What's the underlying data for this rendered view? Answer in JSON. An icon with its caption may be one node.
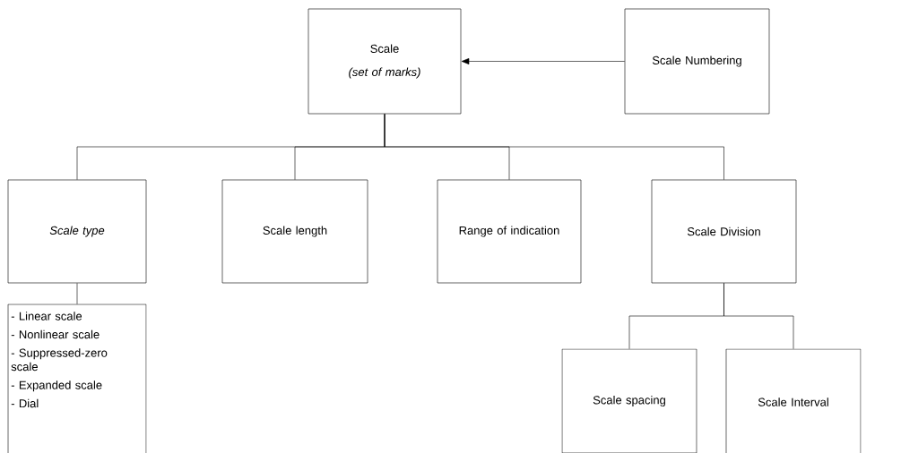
{
  "diagram": {
    "nodes": [
      {
        "text": [
          "Scale",
          "(set of marks)"
        ]
      },
      {
        "text": [
          "Scale Numbering"
        ]
      },
      {
        "text": [
          "Scale type"
        ]
      },
      {
        "text": [
          "Scale length"
        ]
      },
      {
        "text": [
          "Range of indication"
        ]
      },
      {
        "text": [
          "Scale Division"
        ]
      },
      {
        "text": [
          "- Linear scale",
          "- Nonlinear scale",
          "- Suppressed-zero scale",
          "- Expanded scale",
          "- Dial"
        ]
      },
      {
        "text": [
          "Scale spacing"
        ]
      },
      {
        "text": [
          "Scale Interval"
        ]
      }
    ],
    "edges": [
      {
        "from": 1,
        "to": 0,
        "arrow": "to"
      },
      {
        "from": 0,
        "to": 2,
        "arrow": "none"
      },
      {
        "from": 0,
        "to": 3,
        "arrow": "none"
      },
      {
        "from": 0,
        "to": 4,
        "arrow": "none"
      },
      {
        "from": 0,
        "to": 5,
        "arrow": "none"
      },
      {
        "from": 2,
        "to": 6,
        "arrow": "none"
      },
      {
        "from": 5,
        "to": 7,
        "arrow": "none"
      },
      {
        "from": 5,
        "to": 8,
        "arrow": "none"
      }
    ]
  }
}
